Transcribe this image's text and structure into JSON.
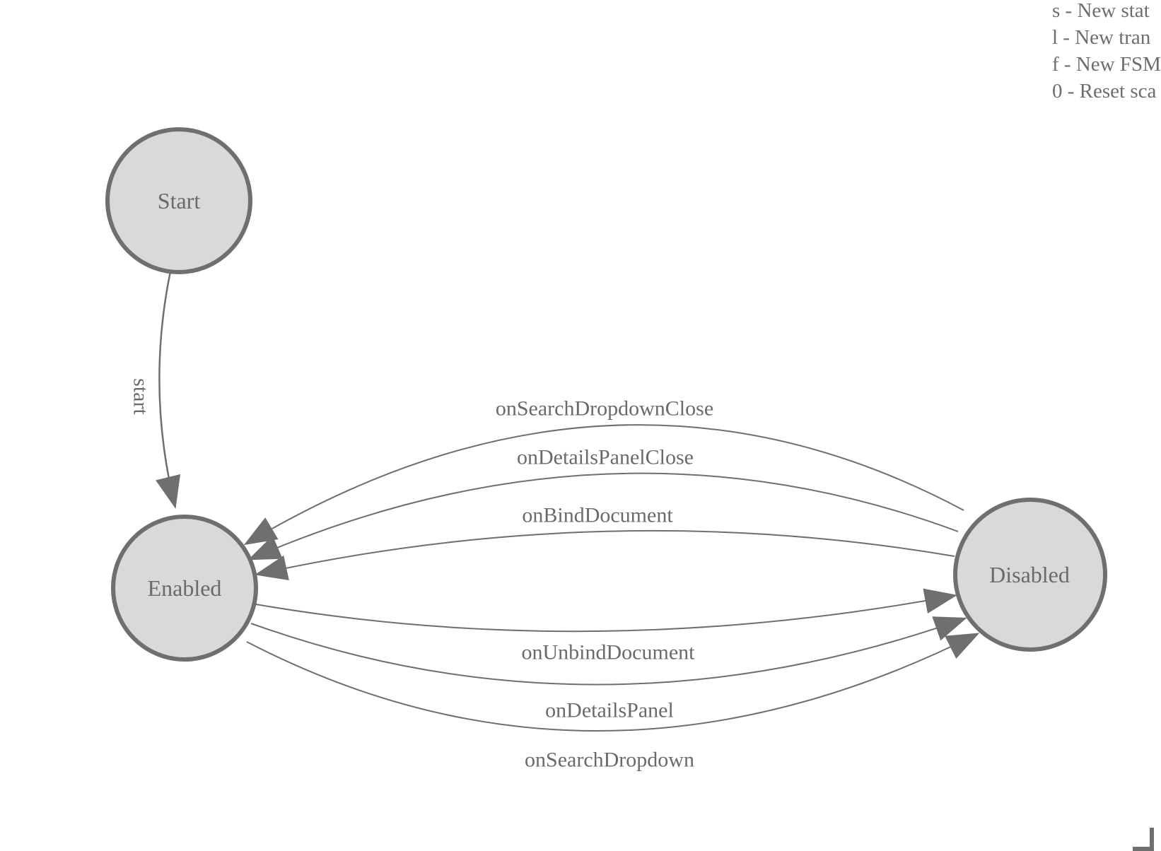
{
  "diagram": {
    "states": [
      {
        "label": "Start"
      },
      {
        "label": "Enabled"
      },
      {
        "label": "Disabled"
      }
    ],
    "transitions": [
      {
        "label": "start",
        "from": "Start",
        "to": "Enabled"
      },
      {
        "label": "onSearchDropdownClose",
        "from": "Disabled",
        "to": "Enabled"
      },
      {
        "label": "onDetailsPanelClose",
        "from": "Disabled",
        "to": "Enabled"
      },
      {
        "label": "onBindDocument",
        "from": "Disabled",
        "to": "Enabled"
      },
      {
        "label": "onUnbindDocument",
        "from": "Enabled",
        "to": "Disabled"
      },
      {
        "label": "onDetailsPanel",
        "from": "Enabled",
        "to": "Disabled"
      },
      {
        "label": "onSearchDropdown",
        "from": "Enabled",
        "to": "Disabled"
      }
    ]
  },
  "legend": {
    "lines": [
      "s - New stat",
      "l - New tran",
      "f - New FSM",
      "0 - Reset sca"
    ]
  },
  "colors": {
    "state_fill": "#d9d9d9",
    "state_stroke": "#6f6f6f",
    "edge_stroke": "#6f6f6f",
    "arrowhead": "#6f6f6f",
    "label_text": "#6a6a6a",
    "legend_text": "#6d6d6d",
    "background": "#ffffff"
  }
}
